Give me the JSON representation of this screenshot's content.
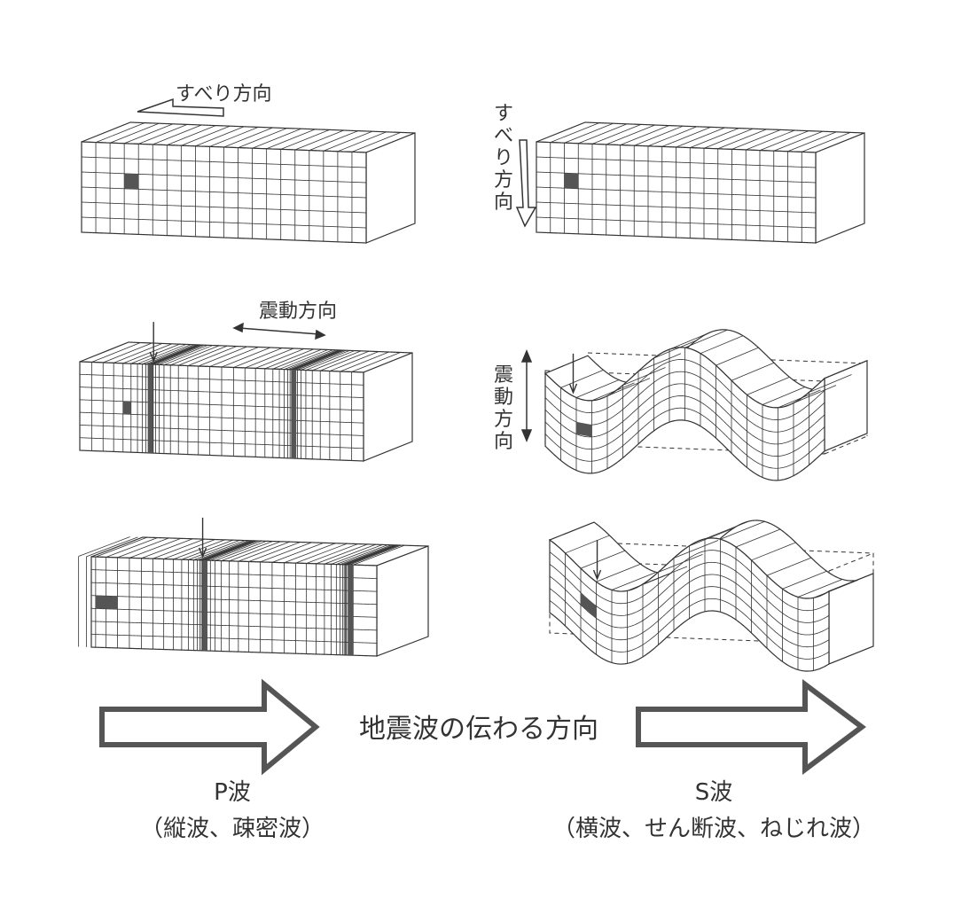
{
  "labels": {
    "slip_direction_p": "すべり方向",
    "slip_direction_s": "すべり方向",
    "vibration_direction_p": "震動方向",
    "vibration_direction_s": "震動方向",
    "propagation_direction": "地震波の伝わる方向",
    "p_wave_title": "P波",
    "p_wave_subtitle": "（縦波、疎密波）",
    "s_wave_title": "S波",
    "s_wave_subtitle": "（横波、せん断波、ねじれ波）"
  },
  "colors": {
    "line": "#333333",
    "dark_cell": "#555555",
    "arrow": "#555555",
    "text": "#333333"
  }
}
